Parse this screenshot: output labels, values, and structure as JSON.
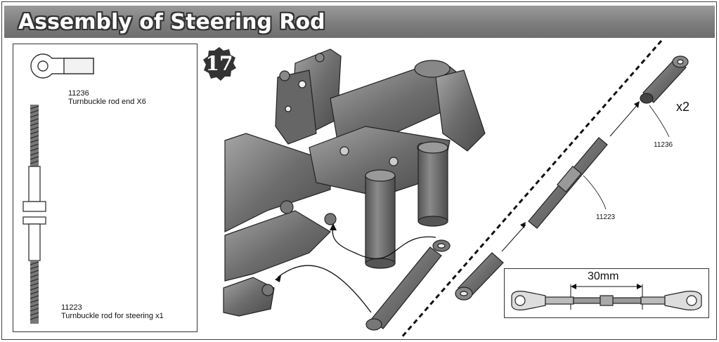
{
  "header": {
    "title": "Assembly of Steering Rod"
  },
  "step": {
    "number": "17"
  },
  "parts": [
    {
      "code": "11236",
      "description": "Turnbuckle rod end X6"
    },
    {
      "code": "11223",
      "description": "Turnbuckle rod for steering x1"
    }
  ],
  "callouts": {
    "rod_end_code": "11236",
    "rod_code": "11223",
    "quantity": "x2"
  },
  "dimension": {
    "label": "30mm"
  }
}
